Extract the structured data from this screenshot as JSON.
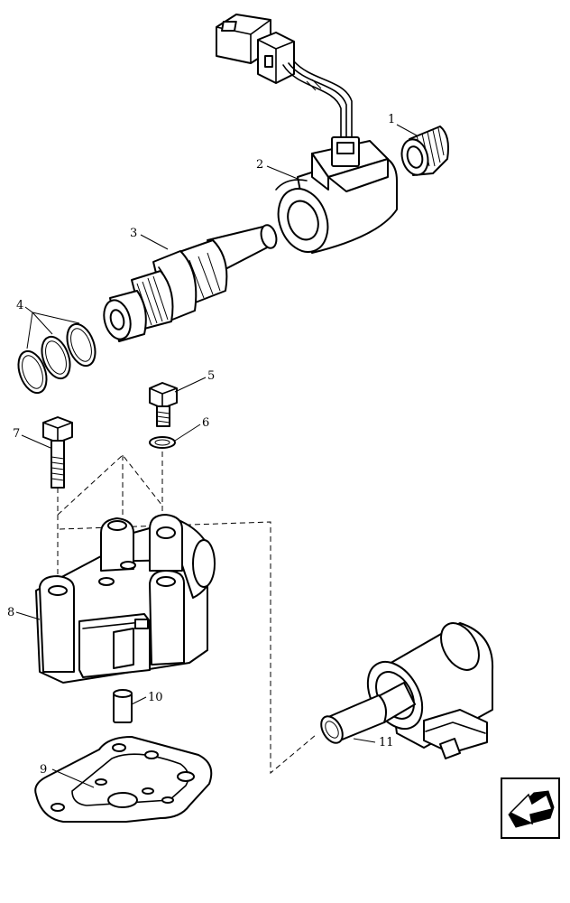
{
  "callouts": [
    {
      "id": "c1",
      "label": "1"
    },
    {
      "id": "c2",
      "label": "2"
    },
    {
      "id": "c3",
      "label": "3"
    },
    {
      "id": "c4",
      "label": "4"
    },
    {
      "id": "c5",
      "label": "5"
    },
    {
      "id": "c6",
      "label": "6"
    },
    {
      "id": "c7",
      "label": "7"
    },
    {
      "id": "c8",
      "label": "8"
    },
    {
      "id": "c9",
      "label": "9"
    },
    {
      "id": "c10",
      "label": "10"
    },
    {
      "id": "c11",
      "label": "11"
    }
  ],
  "nav_icon": "page-arrow-icon"
}
